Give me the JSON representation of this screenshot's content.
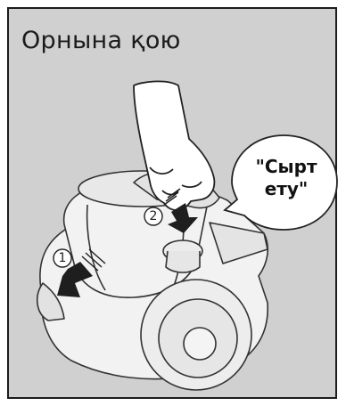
{
  "figure": {
    "title": "Орнына қою",
    "callout_line1": "\"Сырт",
    "callout_line2": "ету\"",
    "step_1": "1",
    "step_2": "2"
  }
}
